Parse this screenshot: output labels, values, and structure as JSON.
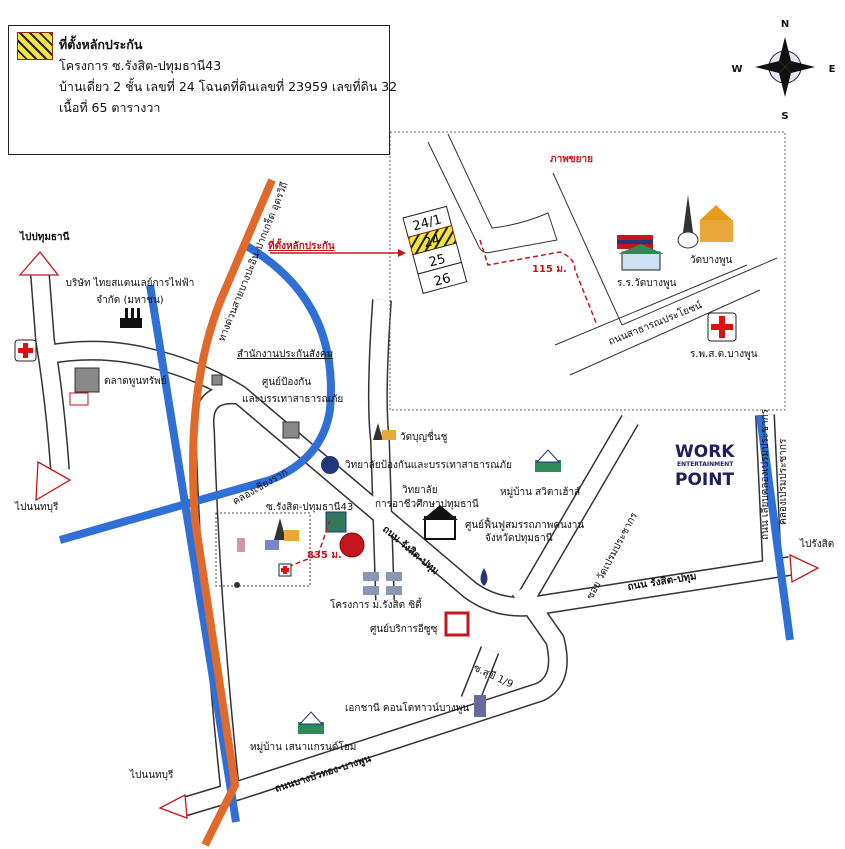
{
  "legend": {
    "title": "ที่ตั้งหลักประกัน",
    "project": "โครงการ ซ.รังสิต-ปทุมธานี43",
    "details": "บ้านเดี่ยว 2 ชั้น เลขที่ 24 โฉนดที่ดินเลขที่ 23959 เลขที่ดิน 32",
    "area": "เนื้อที่ 65 ตารางวา"
  },
  "compass": {
    "n": "N",
    "s": "S",
    "e": "E",
    "w": "W"
  },
  "inset": {
    "title": "ภาพขยาย",
    "plots": [
      "24/1",
      "24",
      "25",
      "26"
    ],
    "distance": "115 ม.",
    "road": "ถนนสาธารณประโยชน์",
    "school": "ร.ร.วัดบางพูน",
    "temple": "วัดบางพูน",
    "hospital": "ร.พ.ส.ต.บางพูน"
  },
  "map": {
    "location_label": "ที่ตั้งหลักประกัน",
    "to_pathum": "ไปปทุมธานี",
    "to_nonthaburi_1": "ไปนนทบุรี",
    "to_nonthaburi_2": "ไปนนทบุรี",
    "to_rangsit": "ไปรังสิต",
    "thailand_power_1": "บริษัท ไทยสแตนเลย์การไฟฟ้า",
    "thailand_power_2": "จำกัด (มหาชน)",
    "market": "ตลาดพูนทรัพย์",
    "social_security": "สำนักงานประกันสังคม",
    "disaster_center_1": "ศูนย์ป้องกัน",
    "disaster_center_2": "และบรรเทาสาธารณภัย",
    "expressway": "ทางด่วนสายบางปะอิน-ปากเกร็ด อุตรวิถี",
    "canal_chiang_rak": "คลองเชียงราก",
    "disaster_college": "วิทยาลัยป้องกันและบรรเทาสาธารณภัย",
    "wat_bun": "วัดบุญชื่นชู",
    "voc_college_1": "วิทยาลัย",
    "voc_college_2": "การอาชีวศึกษาปทุมธานี",
    "soi43": "ซ.รังสิต-ปทุมธานี43",
    "distance_835": "835 ม.",
    "rangsit_pathum_road_1": "ถนน รังสิต-ปทุม",
    "rangsit_pathum_road_2": "ถนน รังสิต-ปทุม",
    "rehab_center_1": "ศูนย์ฟื้นฟูสมรรถภาพคนงาน",
    "rehab_center_2": "จังหวัดปทุมธานี",
    "sawitta_village": "หมู่บ้าน สวิตาเฮ้าส์",
    "rangsit_city": "โครงการ ม.รังสิต ซิตี้",
    "isuzu": "ศูนย์บริการอีซูซุ",
    "soi_wat_prom": "ซอย วัดเปรมประชากร",
    "workpoint_1": "WORK",
    "workpoint_2": "ENTERTAINMENT",
    "workpoint_3": "POINT",
    "prem_road": "ถนน เลียบคลองเปรมประชากร",
    "prem_canal": "คลองเปรมประชากร",
    "soi_suk": "ซ.สุขี 1/9",
    "ekachai_condo": "เอกชานี คอนโดทาวน์บางพูน",
    "senna_village": "หมู่บ้าน เสนาแกรนด์โฮม",
    "bangbuathong_road": "ถนนบางบัวทอง-บางพูน"
  },
  "colors": {
    "river": "#2f6fd6",
    "expressway": "#e0692c",
    "accent": "#c4161c",
    "plot": "#f5e63a"
  }
}
